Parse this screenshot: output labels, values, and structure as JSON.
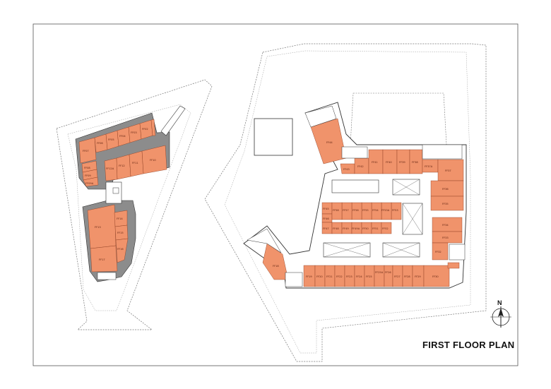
{
  "title": "FIRST FLOOR PLAN",
  "north_label": "N",
  "colors": {
    "unit_fill": "#f0936b",
    "unit_stroke": "#8a3a1e",
    "wall": "#8c8c8c",
    "line": "#333333",
    "boundary": "#777777"
  },
  "units_west": [
    "FF07",
    "FF06",
    "FF05",
    "FF04",
    "FF03",
    "FF02",
    "FF01",
    "FF08",
    "FF09",
    "FF09A",
    "FF12",
    "FF11",
    "FF10",
    "FF13",
    "FF14",
    "FF15",
    "FF16",
    "FF17",
    "FF12A"
  ],
  "units_east": [
    "FF44",
    "FF43",
    "FF42",
    "FF41",
    "FF40",
    "FF39",
    "FF38",
    "FF37",
    "FF36",
    "FF35",
    "FF34",
    "FF33",
    "FF32",
    "FF45",
    "FF46",
    "FF47",
    "FF48",
    "FF49",
    "FF50",
    "FF51",
    "FF52",
    "FF53",
    "FF54",
    "FF55",
    "FF56",
    "FF57",
    "FF58",
    "FF18",
    "FF19",
    "FF20",
    "FF21",
    "FF22",
    "FF23",
    "FF24",
    "FF25",
    "FF26",
    "FF27",
    "FF28",
    "FF29",
    "FF30",
    "FF31",
    "FF25A",
    "FF37A",
    "FF53A",
    "FF49A"
  ]
}
